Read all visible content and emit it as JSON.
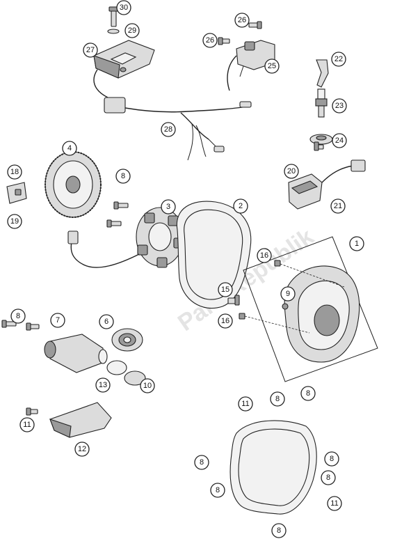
{
  "watermark": "PartsRepublik",
  "callouts": [
    {
      "label": "30"
    },
    {
      "label": "29"
    },
    {
      "label": "27"
    },
    {
      "label": "26"
    },
    {
      "label": "26"
    },
    {
      "label": "25"
    },
    {
      "label": "22"
    },
    {
      "label": "23"
    },
    {
      "label": "24"
    },
    {
      "label": "28"
    },
    {
      "label": "20"
    },
    {
      "label": "21"
    },
    {
      "label": "4"
    },
    {
      "label": "18"
    },
    {
      "label": "19"
    },
    {
      "label": "8"
    },
    {
      "label": "3"
    },
    {
      "label": "2"
    },
    {
      "label": "1"
    },
    {
      "label": "16"
    },
    {
      "label": "9"
    },
    {
      "label": "15"
    },
    {
      "label": "16"
    },
    {
      "label": "8"
    },
    {
      "label": "7"
    },
    {
      "label": "6"
    },
    {
      "label": "13"
    },
    {
      "label": "10"
    },
    {
      "label": "11"
    },
    {
      "label": "12"
    },
    {
      "label": "11"
    },
    {
      "label": "8"
    },
    {
      "label": "8"
    },
    {
      "label": "8"
    },
    {
      "label": "8"
    },
    {
      "label": "8"
    },
    {
      "label": "8"
    },
    {
      "label": "11"
    },
    {
      "label": "8"
    }
  ]
}
